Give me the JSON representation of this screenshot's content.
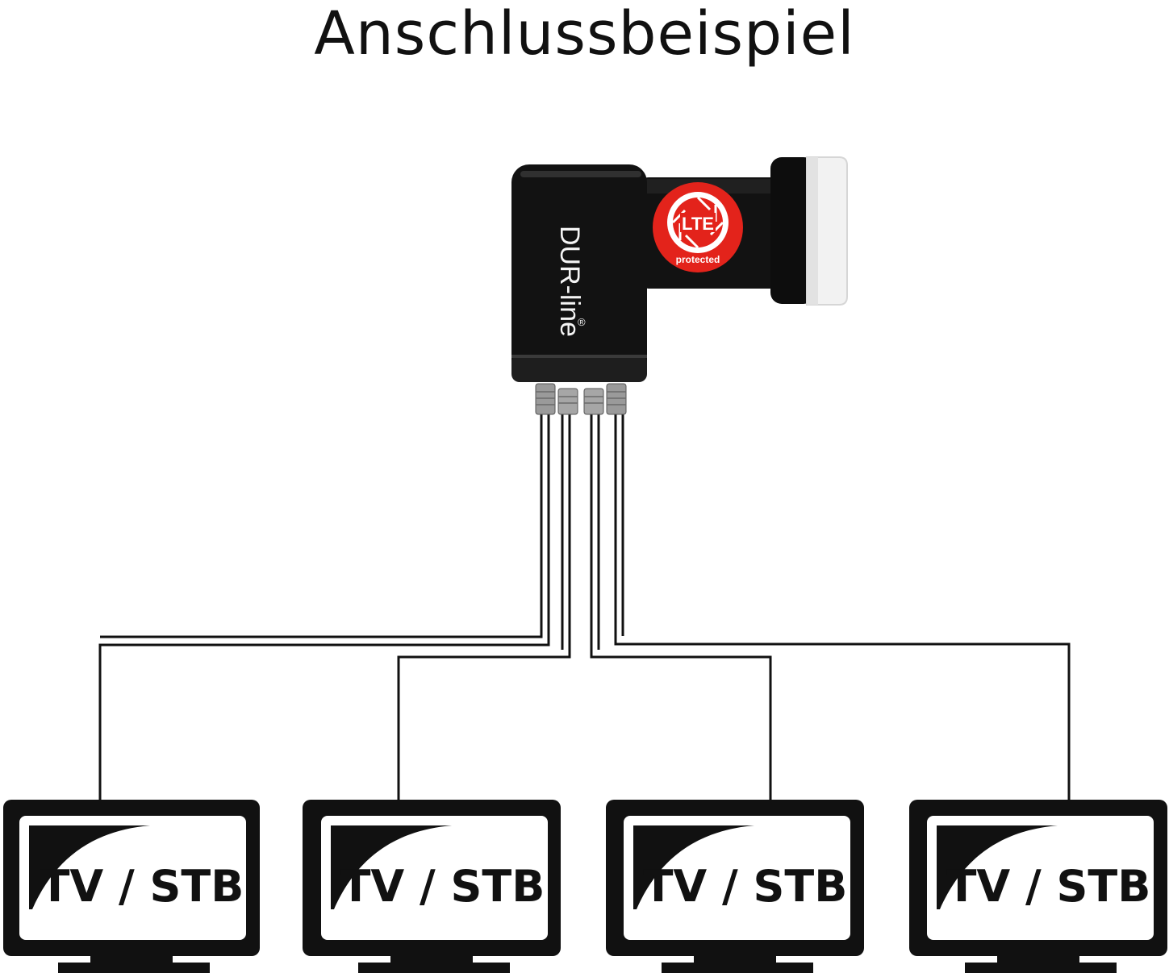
{
  "title": "Anschlussbeispiel",
  "lnb": {
    "brand": "DUR-line",
    "brand_mark": "®",
    "badge_text": "LTE",
    "badge_subtext": "protected",
    "badge_color": "#e3231b",
    "body_color": "#121212",
    "cap_color": "#f2f2f2"
  },
  "outputs": [
    {
      "label": "TV / STB"
    },
    {
      "label": "TV / STB"
    },
    {
      "label": "TV / STB"
    },
    {
      "label": "TV / STB"
    }
  ],
  "colors": {
    "cable": "#111111",
    "tv_frame": "#111111",
    "tv_screen": "#ffffff"
  }
}
